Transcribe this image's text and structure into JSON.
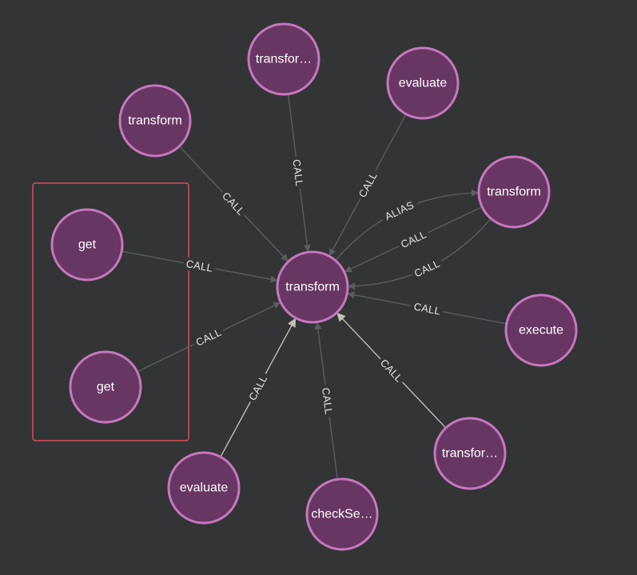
{
  "colors": {
    "background": "#323436",
    "node_fill": "#683663",
    "node_stroke": "#c777be",
    "edge_default": "#5b5e61",
    "edge_highlight": "#c3c0b2",
    "selection": "#d9505a"
  },
  "nodes": [
    {
      "id": "center",
      "label": "transform"
    },
    {
      "id": "n_transform_tl",
      "label": "transform"
    },
    {
      "id": "n_transfor_top",
      "label": "transfor…"
    },
    {
      "id": "n_evaluate_top",
      "label": "evaluate"
    },
    {
      "id": "n_transform_r",
      "label": "transform"
    },
    {
      "id": "n_execute",
      "label": "execute"
    },
    {
      "id": "n_transfor_br",
      "label": "transfor…"
    },
    {
      "id": "n_checkse",
      "label": "checkSe…"
    },
    {
      "id": "n_evaluate_bl",
      "label": "evaluate"
    },
    {
      "id": "n_get_1",
      "label": "get"
    },
    {
      "id": "n_get_2",
      "label": "get"
    }
  ],
  "edges": [
    {
      "from": "n_transform_tl",
      "to": "center",
      "label": "CALL",
      "highlight": false
    },
    {
      "from": "n_transfor_top",
      "to": "center",
      "label": "CALL",
      "highlight": false
    },
    {
      "from": "n_evaluate_top",
      "to": "center",
      "label": "CALL",
      "highlight": false
    },
    {
      "from": "center",
      "to": "n_transform_r",
      "label": "ALIAS",
      "highlight": false,
      "curve": -1
    },
    {
      "from": "n_transform_r",
      "to": "center",
      "label": "CALL",
      "highlight": false
    },
    {
      "from": "n_transform_r",
      "to": "center",
      "label": "CALL",
      "highlight": false,
      "curve": -1
    },
    {
      "from": "n_execute",
      "to": "center",
      "label": "CALL",
      "highlight": false
    },
    {
      "from": "n_transfor_br",
      "to": "center",
      "label": "CALL",
      "highlight": true
    },
    {
      "from": "n_checkse",
      "to": "center",
      "label": "CALL",
      "highlight": false
    },
    {
      "from": "n_evaluate_bl",
      "to": "center",
      "label": "CALL",
      "highlight": true
    },
    {
      "from": "n_get_1",
      "to": "center",
      "label": "CALL",
      "highlight": false
    },
    {
      "from": "n_get_2",
      "to": "center",
      "label": "CALL",
      "highlight": false
    }
  ],
  "selection": {
    "nodes": [
      "n_get_1",
      "n_get_2"
    ]
  }
}
